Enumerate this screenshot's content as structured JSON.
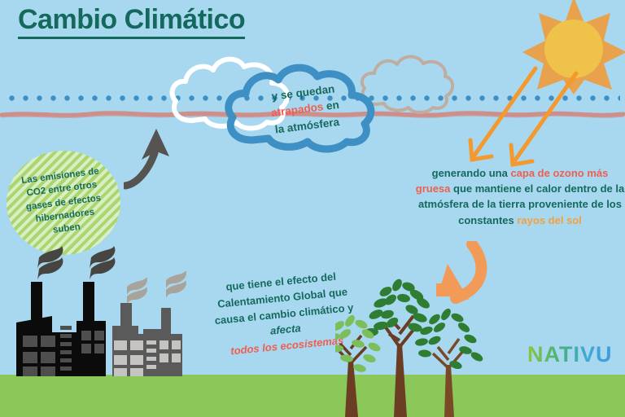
{
  "page": {
    "title": "Cambio Climático",
    "background_color": "#a8d8f0",
    "ground_color": "#8cc75a"
  },
  "colors": {
    "title_green": "#15695c",
    "accent_red": "#ef5e4e",
    "accent_orange": "#f3a13c",
    "cloud_blue": "#3d8fc4",
    "stripe_green": "#a9d66f",
    "sun_ray": "#e8a24e",
    "sun_core": "#efc34a",
    "tree_trunk": "#6b3d22",
    "leaf_dark": "#2e7d32",
    "factory_black": "#0b0b0b",
    "factory_grey": "#5a5a5a"
  },
  "green_circle": {
    "lines": [
      "Las emisiones de",
      "CO2 entre otros",
      "gases de efectos",
      "hibernadores",
      "suben"
    ]
  },
  "cloud_text": {
    "line1": "y se quedan",
    "highlight": "atrapados",
    "line2_tail": " en",
    "line3": "la atmósfera"
  },
  "right_paragraph": {
    "seg1": "generando una ",
    "red1": "capa de ozono más gruesa",
    "seg2": " que mantiene el calor dentro de la atmósfera de la tierra proveniente de los constantes ",
    "orange1": "rayos del sol"
  },
  "center_paragraph": {
    "seg1": "que tiene el efecto del Calentamiento Global que causa el cambio climático y ",
    "italic1": "afecta",
    "red1": "todos los ecosistemas"
  },
  "logo": {
    "text": "NATIVU"
  },
  "icons": {
    "sun": "sun-icon",
    "cloud_white": "cloud-white-icon",
    "cloud_blue": "cloud-blue-icon",
    "cloud_tan": "cloud-tan-icon",
    "arrow_grey": "curved-arrow-up-icon",
    "arrow_orange_curve": "curved-arrow-down-icon",
    "sun_rays_arrows": "straight-arrows-down-icon",
    "factory": "factory-icon",
    "tree": "tree-icon",
    "dotted_line": "dotted-line-divider",
    "rough_line": "rough-line-divider"
  }
}
